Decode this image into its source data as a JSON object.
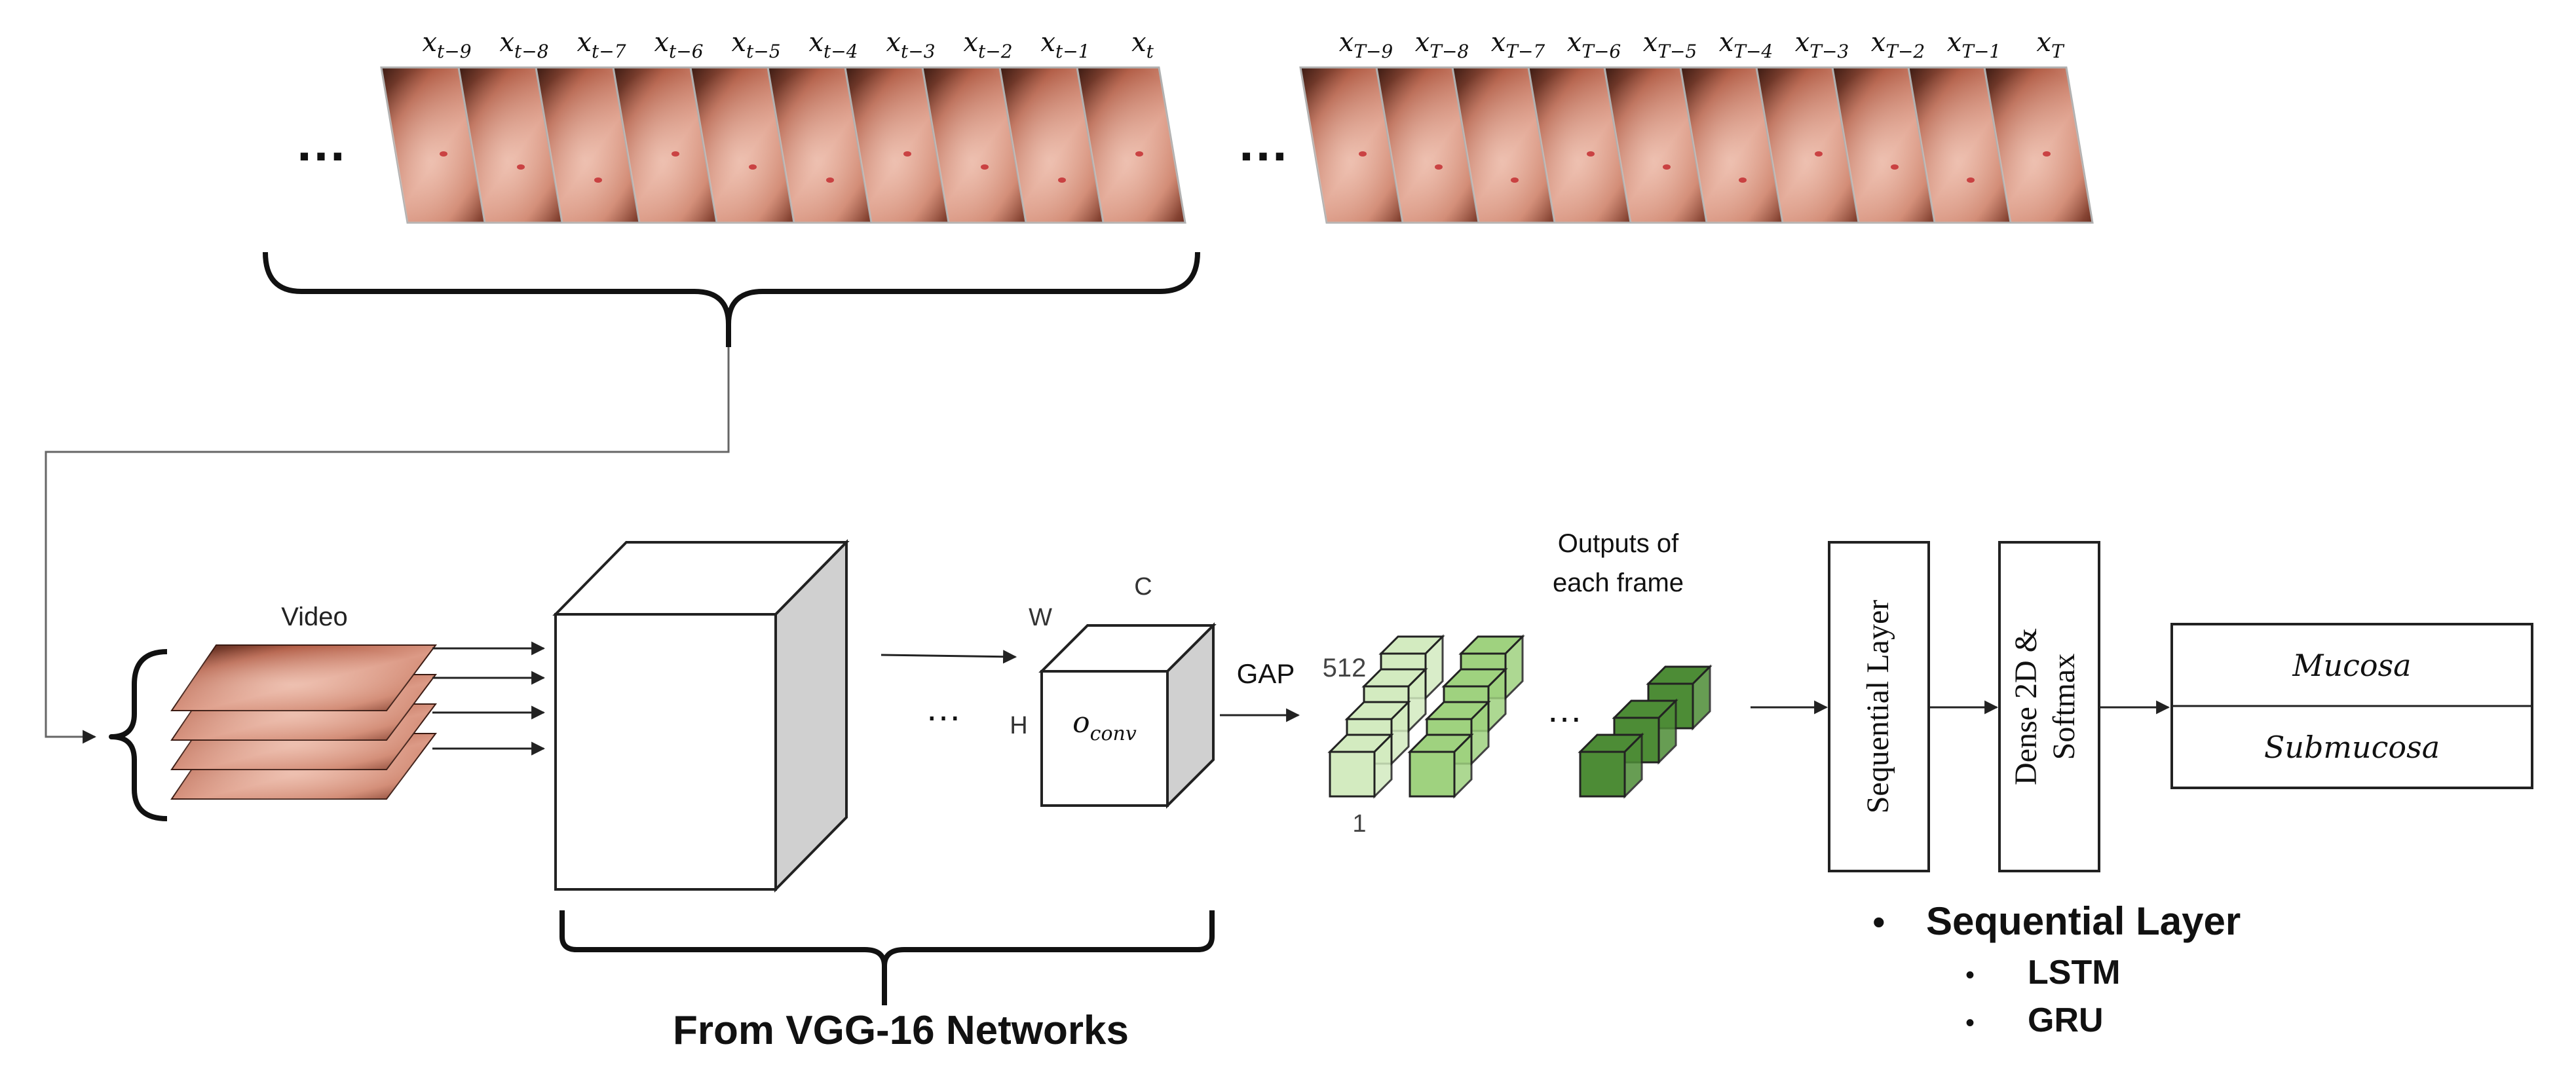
{
  "frames": {
    "group1": {
      "items": [
        {
          "base": "x",
          "sub": "t−9"
        },
        {
          "base": "x",
          "sub": "t−8"
        },
        {
          "base": "x",
          "sub": "t−7"
        },
        {
          "base": "x",
          "sub": "t−6"
        },
        {
          "base": "x",
          "sub": "t−5"
        },
        {
          "base": "x",
          "sub": "t−4"
        },
        {
          "base": "x",
          "sub": "t−3"
        },
        {
          "base": "x",
          "sub": "t−2"
        },
        {
          "base": "x",
          "sub": "t−1"
        },
        {
          "base": "x",
          "sub": "t"
        }
      ]
    },
    "group2": {
      "items": [
        {
          "base": "x",
          "sub": "T−9"
        },
        {
          "base": "x",
          "sub": "T−8"
        },
        {
          "base": "x",
          "sub": "T−7"
        },
        {
          "base": "x",
          "sub": "T−6"
        },
        {
          "base": "x",
          "sub": "T−5"
        },
        {
          "base": "x",
          "sub": "T−4"
        },
        {
          "base": "x",
          "sub": "T−3"
        },
        {
          "base": "x",
          "sub": "T−2"
        },
        {
          "base": "x",
          "sub": "T−1"
        },
        {
          "base": "x",
          "sub": "T"
        }
      ]
    },
    "ellipsis_left": "…",
    "ellipsis_mid": "…"
  },
  "video": {
    "label": "Video"
  },
  "vgg": {
    "ellipsis": "…",
    "caption": "From VGG-16 Networks"
  },
  "conv": {
    "label_w": "W",
    "label_c": "C",
    "label_h": "H",
    "o_base": "o",
    "o_sub": "conv"
  },
  "gap": {
    "label": "GAP",
    "dim_512": "512",
    "dim_1_left": "1",
    "dim_1_bottom": "1",
    "ellipsis": "…",
    "outputs_line1": "Outputs of",
    "outputs_line2": "each frame"
  },
  "layers": {
    "sequential": "Sequential Layer",
    "dense_line1": "Dense 2D &",
    "dense_line2": "Softmax"
  },
  "outputs": {
    "class1": "Mucosa",
    "class2": "Submucosa"
  },
  "notes": {
    "title": "Sequential Layer",
    "items": [
      "LSTM",
      "GRU"
    ]
  },
  "colors": {
    "green_light": "#d3ebc0",
    "green_mid": "#9fd27f",
    "green_dark": "#4d8c36",
    "tissue_light": "#dc9a86",
    "tissue_dark": "#2a1510",
    "cube_side": "#d0d0d0"
  }
}
